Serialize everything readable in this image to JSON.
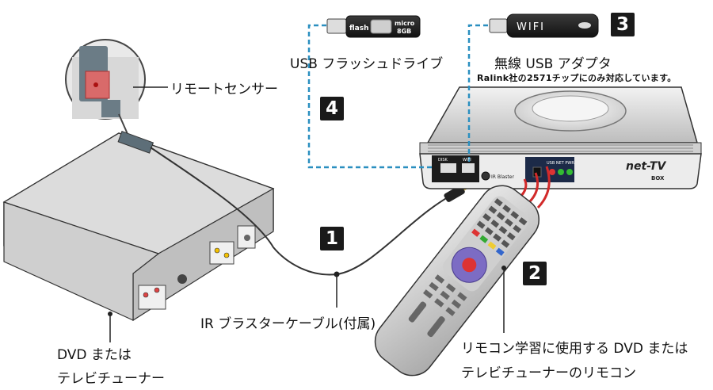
{
  "labels": {
    "remote_sensor": "リモートセンサー",
    "usb_flash": "USB フラッシュドライブ",
    "wifi_adapter": "無線 USB アダプタ",
    "wifi_note": "Ralink社の2571チップにのみ対応しています。",
    "ir_cable": "IR ブラスターケーブル(付属)",
    "dvd_line1": "DVD または",
    "dvd_line2": "テレビチューナー",
    "remote_line1": "リモコン学習に使用する DVD または",
    "remote_line2": "テレビチューナーのリモコン"
  },
  "badges": {
    "b1": "1",
    "b2": "2",
    "b3": "3",
    "b4": "4"
  },
  "device_text": {
    "flash_brand": "flash",
    "flash_cap1": "micro",
    "flash_cap2": "8GB",
    "wifi_stick": "WIFI",
    "port_disk": "DISK",
    "port_wifi": "WIFI",
    "ir_port": "IR Blaster",
    "leds": "USB NET PWR",
    "logo": "net-TV",
    "logo_sub": "BOX"
  },
  "colors": {
    "dashed_line": "#2a8fc0",
    "ir_waves": "#d22a2a",
    "remote_dpad": "#7c6cc4"
  }
}
